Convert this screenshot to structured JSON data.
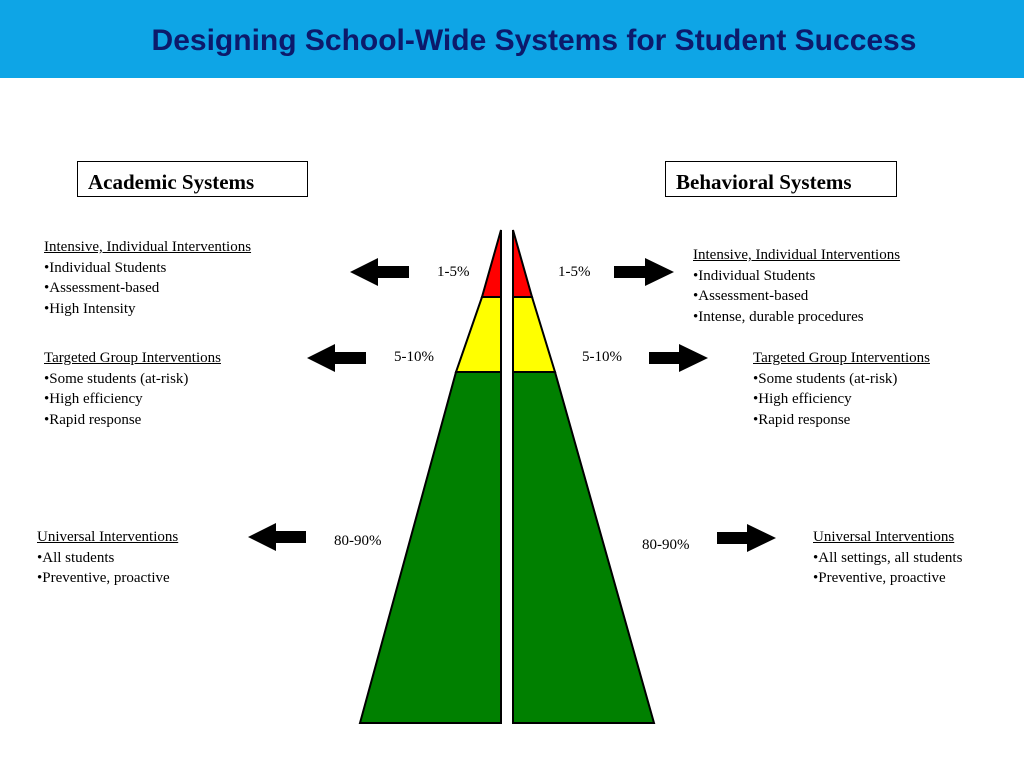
{
  "title": "Designing School-Wide Systems for Student Success",
  "colors": {
    "header_bg": "#0ea5e6",
    "title_text": "#0c1a6b",
    "tier_intensive": "#ff0000",
    "tier_targeted": "#ffff00",
    "tier_universal": "#008000"
  },
  "academic": {
    "heading": "Academic Systems",
    "tiers": [
      {
        "name": "intensive",
        "percent": "1-5%",
        "heading": "Intensive, Individual Interventions",
        "items": [
          "•Individual Students",
          "•Assessment-based",
          "•High Intensity"
        ]
      },
      {
        "name": "targeted",
        "percent": "5-10%",
        "heading": "Targeted Group Interventions",
        "items": [
          "•Some students (at-risk)",
          "•High efficiency",
          "•Rapid response"
        ]
      },
      {
        "name": "universal",
        "percent": "80-90%",
        "heading": "Universal Interventions",
        "items": [
          "•All students",
          "•Preventive,  proactive"
        ]
      }
    ]
  },
  "behavioral": {
    "heading": "Behavioral Systems",
    "tiers": [
      {
        "name": "intensive",
        "percent": "1-5%",
        "heading": "Intensive, Individual Interventions",
        "items": [
          "•Individual Students",
          "•Assessment-based",
          "•Intense, durable procedures"
        ]
      },
      {
        "name": "targeted",
        "percent": "5-10%",
        "heading": "Targeted Group Interventions",
        "items": [
          "•Some students (at-risk)",
          "•High efficiency",
          "•Rapid response"
        ]
      },
      {
        "name": "universal",
        "percent": "80-90%",
        "heading": "Universal Interventions",
        "items": [
          "•All settings, all students",
          "•Preventive,  proactive"
        ]
      }
    ]
  }
}
